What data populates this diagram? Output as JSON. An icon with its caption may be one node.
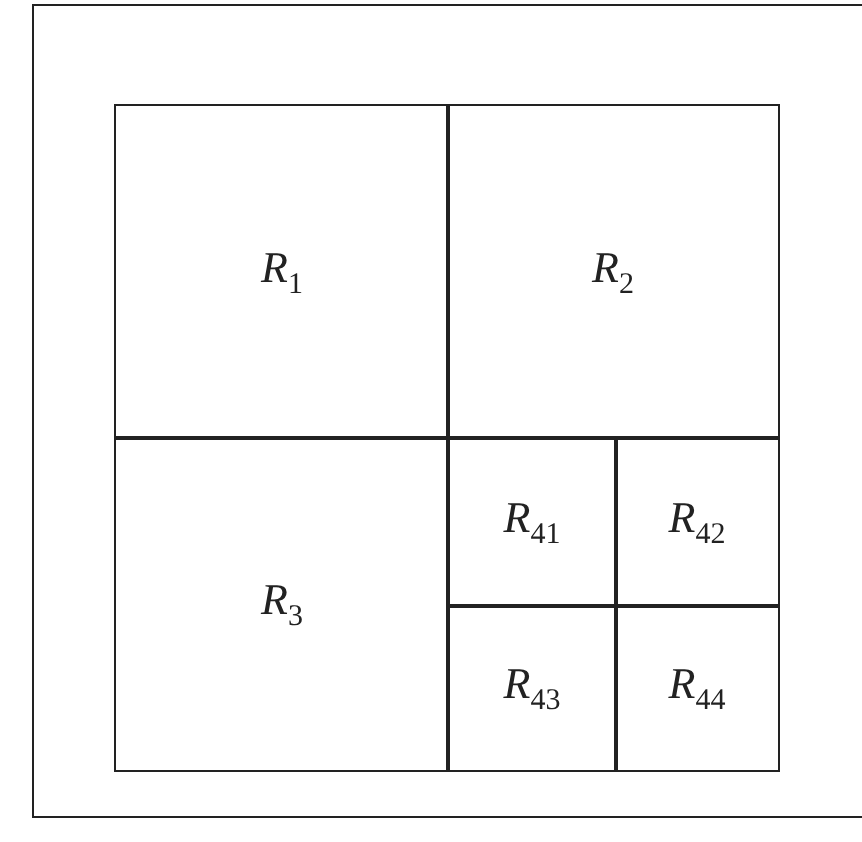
{
  "diagram": {
    "nodes": [
      {
        "text": [
          "*R*$_{1}$"
        ]
      },
      {
        "text": [
          "*R*$_{2}$"
        ]
      },
      {
        "text": [
          "*R*$_{3}$"
        ]
      },
      {
        "text": [
          "*R*$_{41}$"
        ]
      },
      {
        "text": [
          "*R*$_{42}$"
        ]
      },
      {
        "text": [
          "*R*$_{43}$"
        ]
      },
      {
        "text": [
          "*R*$_{44}$"
        ]
      }
    ]
  }
}
